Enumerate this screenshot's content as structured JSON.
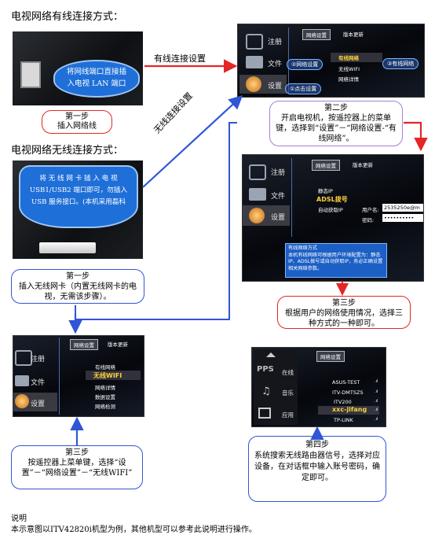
{
  "heading_wired": "电视网络有线连接方式：",
  "heading_wireless": "电视网络无线连接方式：",
  "wired": {
    "callout": [
      "将网线端口直接插",
      "入电视 LAN 端口"
    ],
    "step1_title": "第一步",
    "step1_text": "插入网络线",
    "arrow_label": "有线连接设置",
    "screen": {
      "sidebar": [
        "注册",
        "文件",
        "设置"
      ],
      "tabs": [
        "网络设置",
        "版本更新"
      ],
      "menu": [
        "有线网络",
        "无线WIFI",
        "网络详情"
      ],
      "badges": [
        "①点击设置",
        "②网络设置",
        "③有线网络"
      ]
    },
    "step2_title": "第二步",
    "step2_text": "开启电视机，按遥控器上的菜单键，选择到“设置”－“网络设置-“有线网络”。",
    "screen2": {
      "sidebar": [
        "注册",
        "文件",
        "设置"
      ],
      "tabs": [
        "网络设置",
        "版本更新"
      ],
      "options": [
        "静态IP",
        "ADSL拨号",
        "自动获取IP"
      ],
      "field_user_label": "用户名:",
      "field_user_value": "2535250e@m",
      "field_pass_label": "密码:",
      "field_pass_value": "••••••••••",
      "info_title": "有线网络方式",
      "info_text": "本机有线网络可根据用户环境配置为：静态IP、ADSL拨号或自动获取IP，务必正确设置相关网络参数。"
    },
    "step3_title": "第三步",
    "step3_text": "根据用户的网络使用情况，选择三种方式的一种即可。"
  },
  "wireless": {
    "callout": [
      "将 无 线 网 卡 插 入 电 视",
      "USB1/USB2 端口即可，勿插入",
      "USB 服务接口。(本机采用磊科"
    ],
    "arrow_label": "无线连接设置",
    "step1_title": "第一步",
    "step1_text": "插入无线网卡（内置无线网卡的电视，无需该步骤）。",
    "screen": {
      "sidebar": [
        "注册",
        "文件",
        "设置"
      ],
      "tabs": [
        "网络设置",
        "版本更新"
      ],
      "menu": [
        "有线网络",
        "无线WIFI",
        "网络详情",
        "数据设置",
        "网络检测"
      ]
    },
    "step3_title": "第三步",
    "step3_text": "按遥控器上菜单键，选择“设置”－“网络设置”－“无线WIFI”",
    "screen4": {
      "sidebar": [
        "在线",
        "音乐",
        "应用"
      ],
      "brand": "PPS",
      "tab": "网络设置",
      "ssids": [
        "ASUS-TEST",
        "ITV-DMTSZS",
        "ITV200",
        "xxc-jifang",
        "TP-LINK"
      ]
    },
    "step4_title": "第四步",
    "step4_text": "系统搜索无线路由器信号，选择对应设备，在对话框中输入账号密码，确定即可。"
  },
  "note_title": "说明",
  "note_text": "本示意图以ITV42820i机型为例，其他机型可以参考此说明进行操作。",
  "colors": {
    "red": "#e32626",
    "blue": "#2f56d6",
    "purple": "#a77fd6",
    "callout": "#1f6fd8",
    "highlight": "#f08a24"
  }
}
